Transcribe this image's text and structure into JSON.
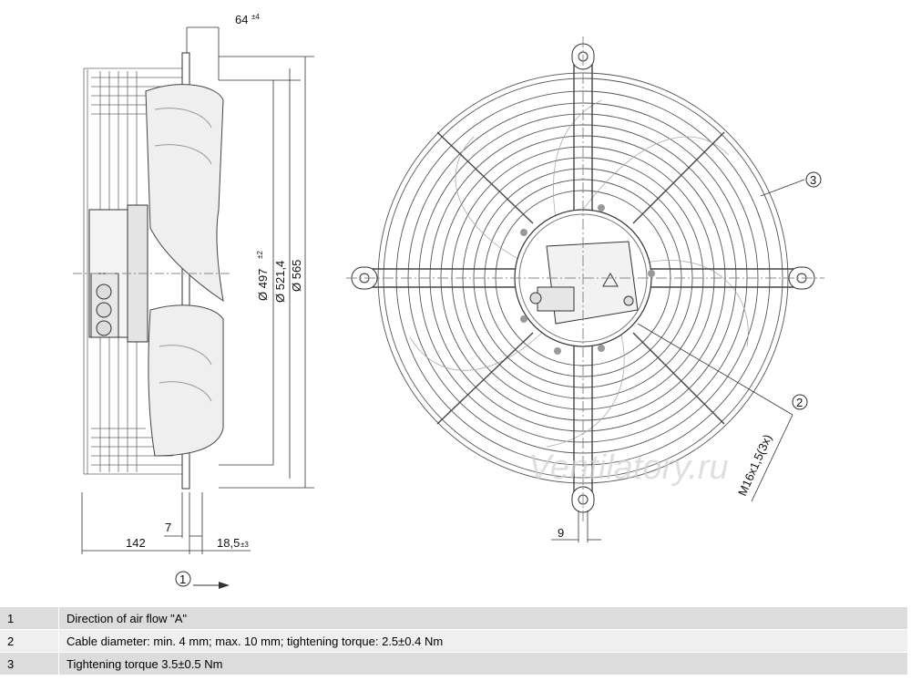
{
  "dimensions": {
    "top_offset": "64",
    "top_offset_tol": "±4",
    "dia_inner": "Ø 497",
    "dia_inner_tol": "±2",
    "dia_mid": "Ø 521,4",
    "dia_outer": "Ø 565",
    "depth_total": "142",
    "flange_gap": "7",
    "flange_depth": "18,5",
    "flange_depth_tol": "±3",
    "lug_width": "9",
    "thread_label": "M16x1,5(3x)"
  },
  "callouts": {
    "one": "1",
    "two": "2",
    "three": "3"
  },
  "watermark": "Ventilatory.ru",
  "legend": [
    {
      "num": "1",
      "text": "Direction of air flow \"A\""
    },
    {
      "num": "2",
      "text": "Cable diameter: min. 4 mm; max. 10 mm; tightening torque: 2.5±0.4 Nm"
    },
    {
      "num": "3",
      "text": "Tightening torque 3.5±0.5 Nm"
    }
  ]
}
